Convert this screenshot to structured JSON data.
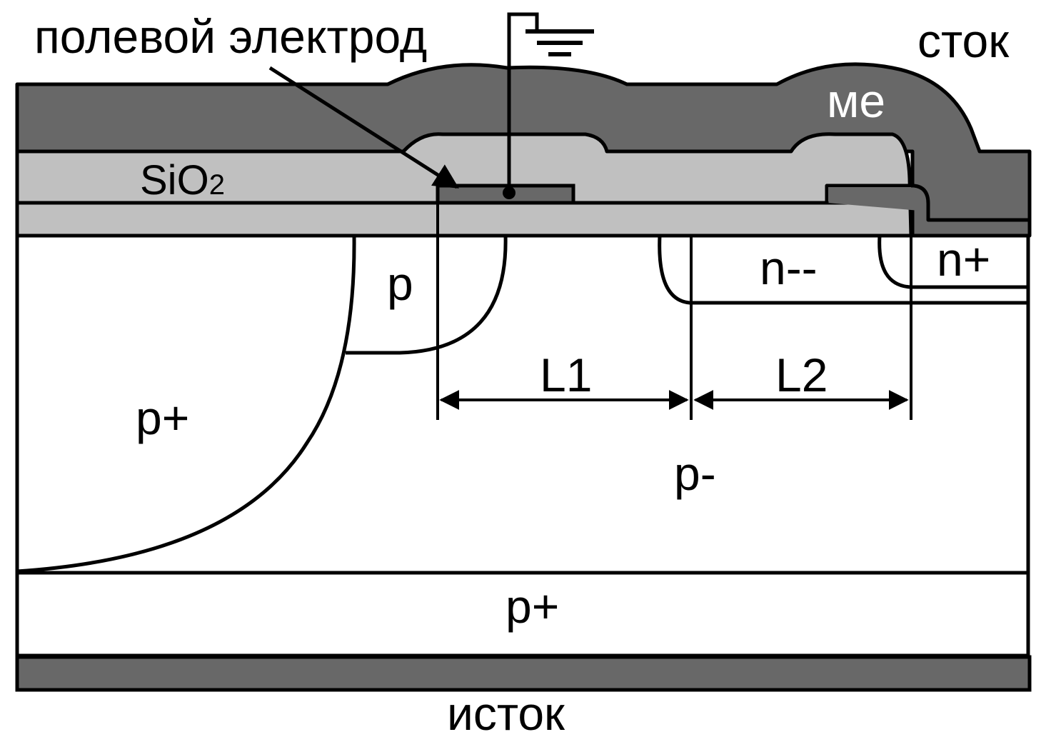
{
  "labels": {
    "field_electrode": "полевой электрод",
    "drain": "сток",
    "metal": "ме",
    "oxide": "SiO",
    "oxide_subscript": "2",
    "p_region": "p",
    "p_plus_left": "p+",
    "p_minus": "p-",
    "n_minus_minus": "n--",
    "n_plus": "n+",
    "p_plus_substrate": "p+",
    "source": "исток",
    "dim_l1": "L1",
    "dim_l2": "L2"
  },
  "colors": {
    "metal": "#686868",
    "oxide": "#c0c0c0",
    "semiconductor": "#ffffff",
    "stroke": "#000000"
  },
  "icons": {
    "ground": "ground-symbol-icon"
  }
}
